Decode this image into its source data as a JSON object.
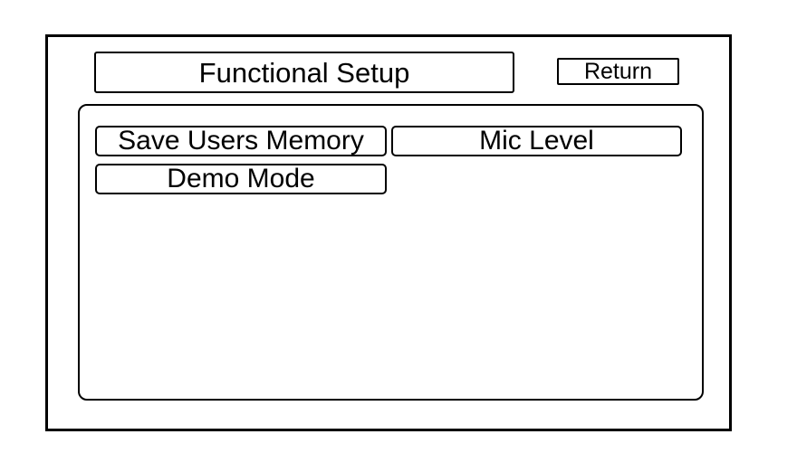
{
  "header": {
    "title": "Functional Setup",
    "return_button_label": "Return"
  },
  "panel": {
    "buttons": [
      {
        "label": "Save Users Memory"
      },
      {
        "label": "Mic Level"
      },
      {
        "label": "Demo Mode"
      }
    ]
  },
  "colors": {
    "foreground": "#000000",
    "background": "#ffffff"
  }
}
